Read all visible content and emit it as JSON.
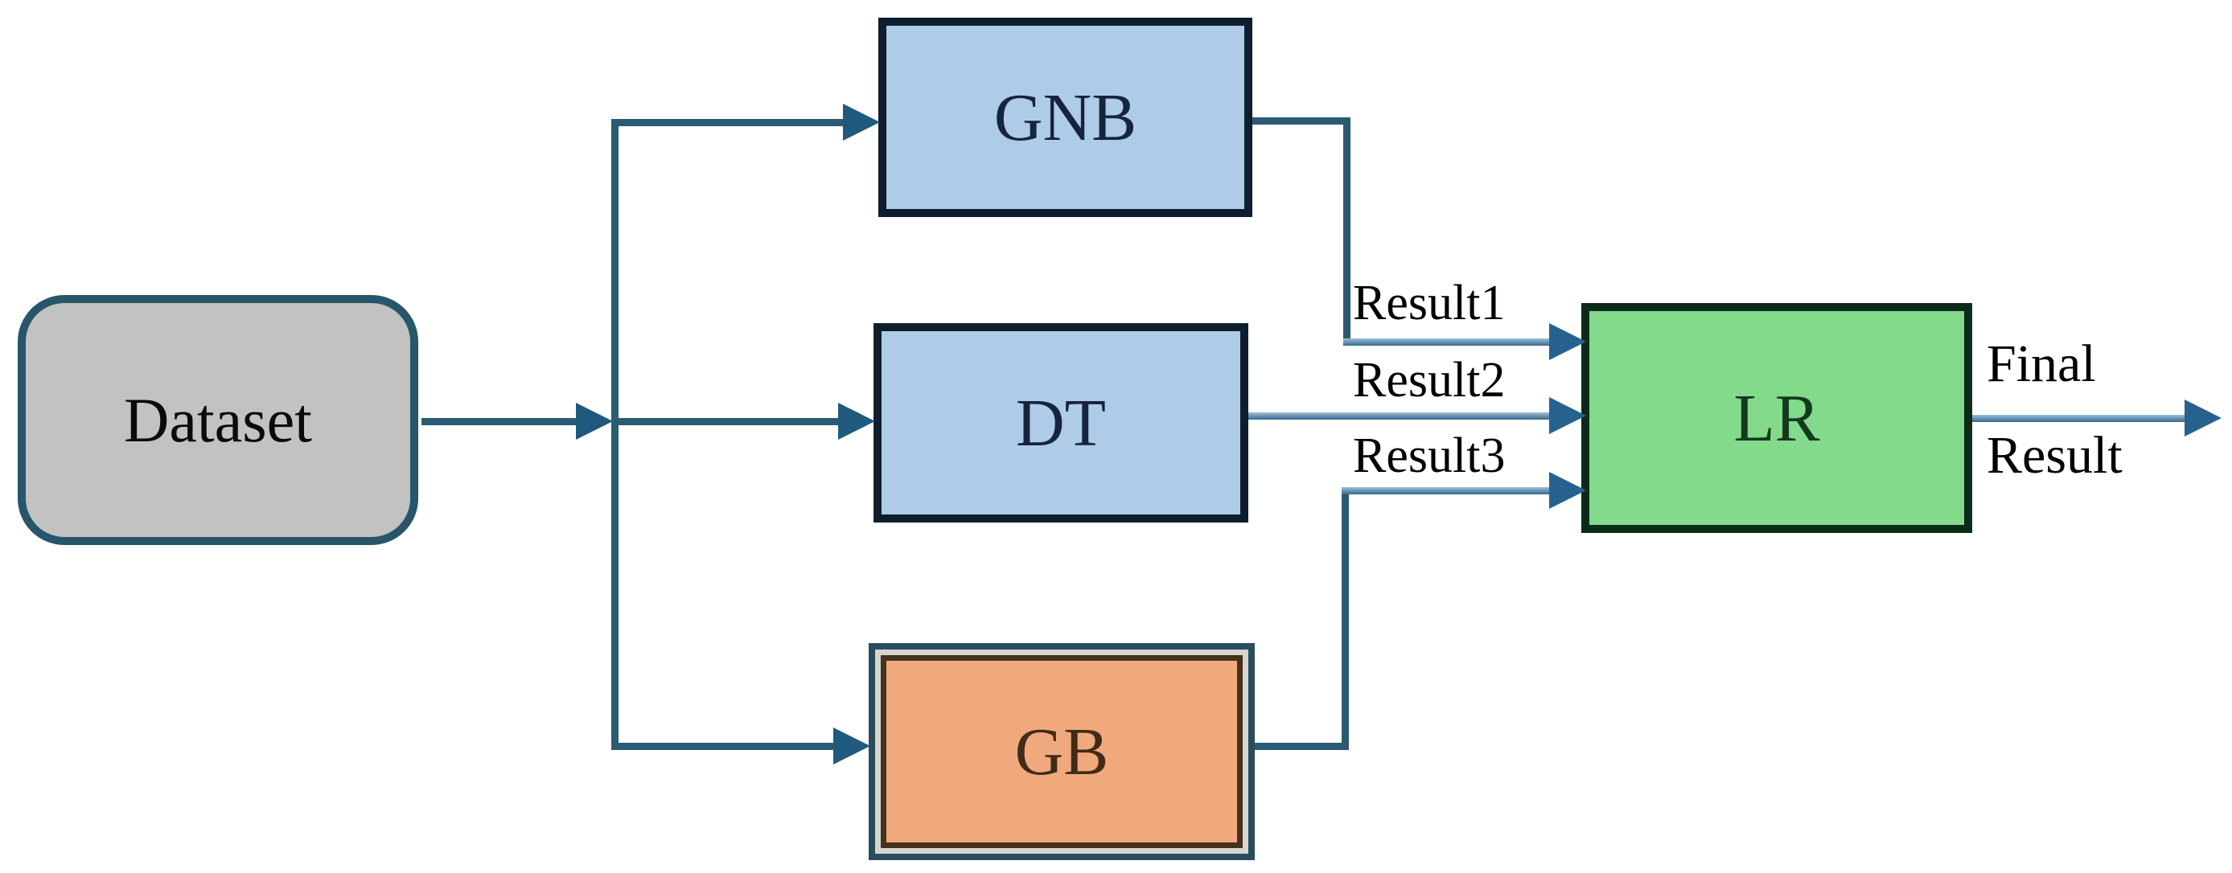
{
  "diagram": {
    "title": "Ensemble model flow diagram",
    "nodes": {
      "dataset": {
        "label": "Dataset"
      },
      "gnb": {
        "label": "GNB"
      },
      "dt": {
        "label": "DT"
      },
      "gb": {
        "label": "GB"
      },
      "lr": {
        "label": "LR"
      }
    },
    "edge_labels": {
      "result1": "Result1",
      "result2": "Result2",
      "result3": "Result3",
      "final_line1": "Final",
      "final_line2": "Result"
    }
  },
  "colors": {
    "line": "#2a5b73",
    "arrowhead": "#1f5a7e",
    "arrowhead-bright": "#27628f",
    "dataset-fill": "#c2c2c2",
    "dataset-border": "#27566b",
    "blue-fill": "#aecbe8",
    "blue-border": "#0e1e2e",
    "gb-fill": "#f0a97d",
    "gb-outer-border": "#2a4d5e",
    "gb-inner-border": "#44311e",
    "gb-gap": "#d8d5ce",
    "lr-fill": "#83da8b",
    "lr-border": "#0d2a19"
  }
}
